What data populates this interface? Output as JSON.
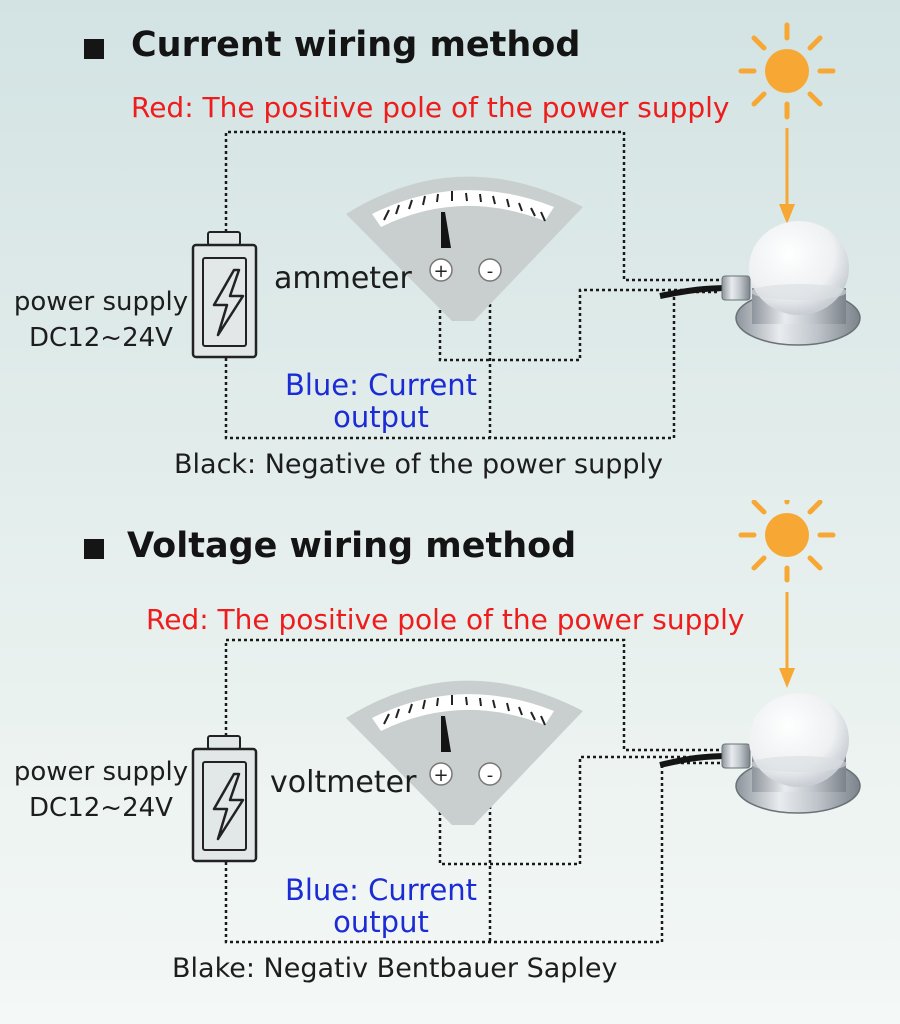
{
  "sections": [
    {
      "title": "Current wiring method",
      "red_label": "Red: The positive pole of the power supply",
      "power_supply_label": "power supply",
      "power_supply_voltage": "DC12~24V",
      "meter_label": "ammeter",
      "blue_label_line1": "Blue: Current",
      "blue_label_line2": "output",
      "black_label": "Black: Negative of the power supply",
      "terminal_plus": "+",
      "terminal_minus": "-"
    },
    {
      "title": "Voltage wiring method",
      "red_label": "Red: The positive pole of the power supply",
      "power_supply_label": "power supply",
      "power_supply_voltage": "DC12~24V",
      "meter_label": "voltmeter",
      "blue_label_line1": "Blue: Current",
      "blue_label_line2": "output",
      "black_label": "Blake: Negativ Bentbauer Sapley",
      "terminal_plus": "+",
      "terminal_minus": "-"
    }
  ],
  "colors": {
    "red_label": "#ee1c1c",
    "blue_label": "#1b2bd6",
    "sun": "#f7a733",
    "wire": "#1a1a1a"
  },
  "icons": {
    "sun": "sun-icon",
    "battery": "battery-icon",
    "lightning": "lightning-icon",
    "meter": "analog-meter-icon",
    "sensor": "light-sensor-icon",
    "arrow": "arrow-down-icon"
  }
}
